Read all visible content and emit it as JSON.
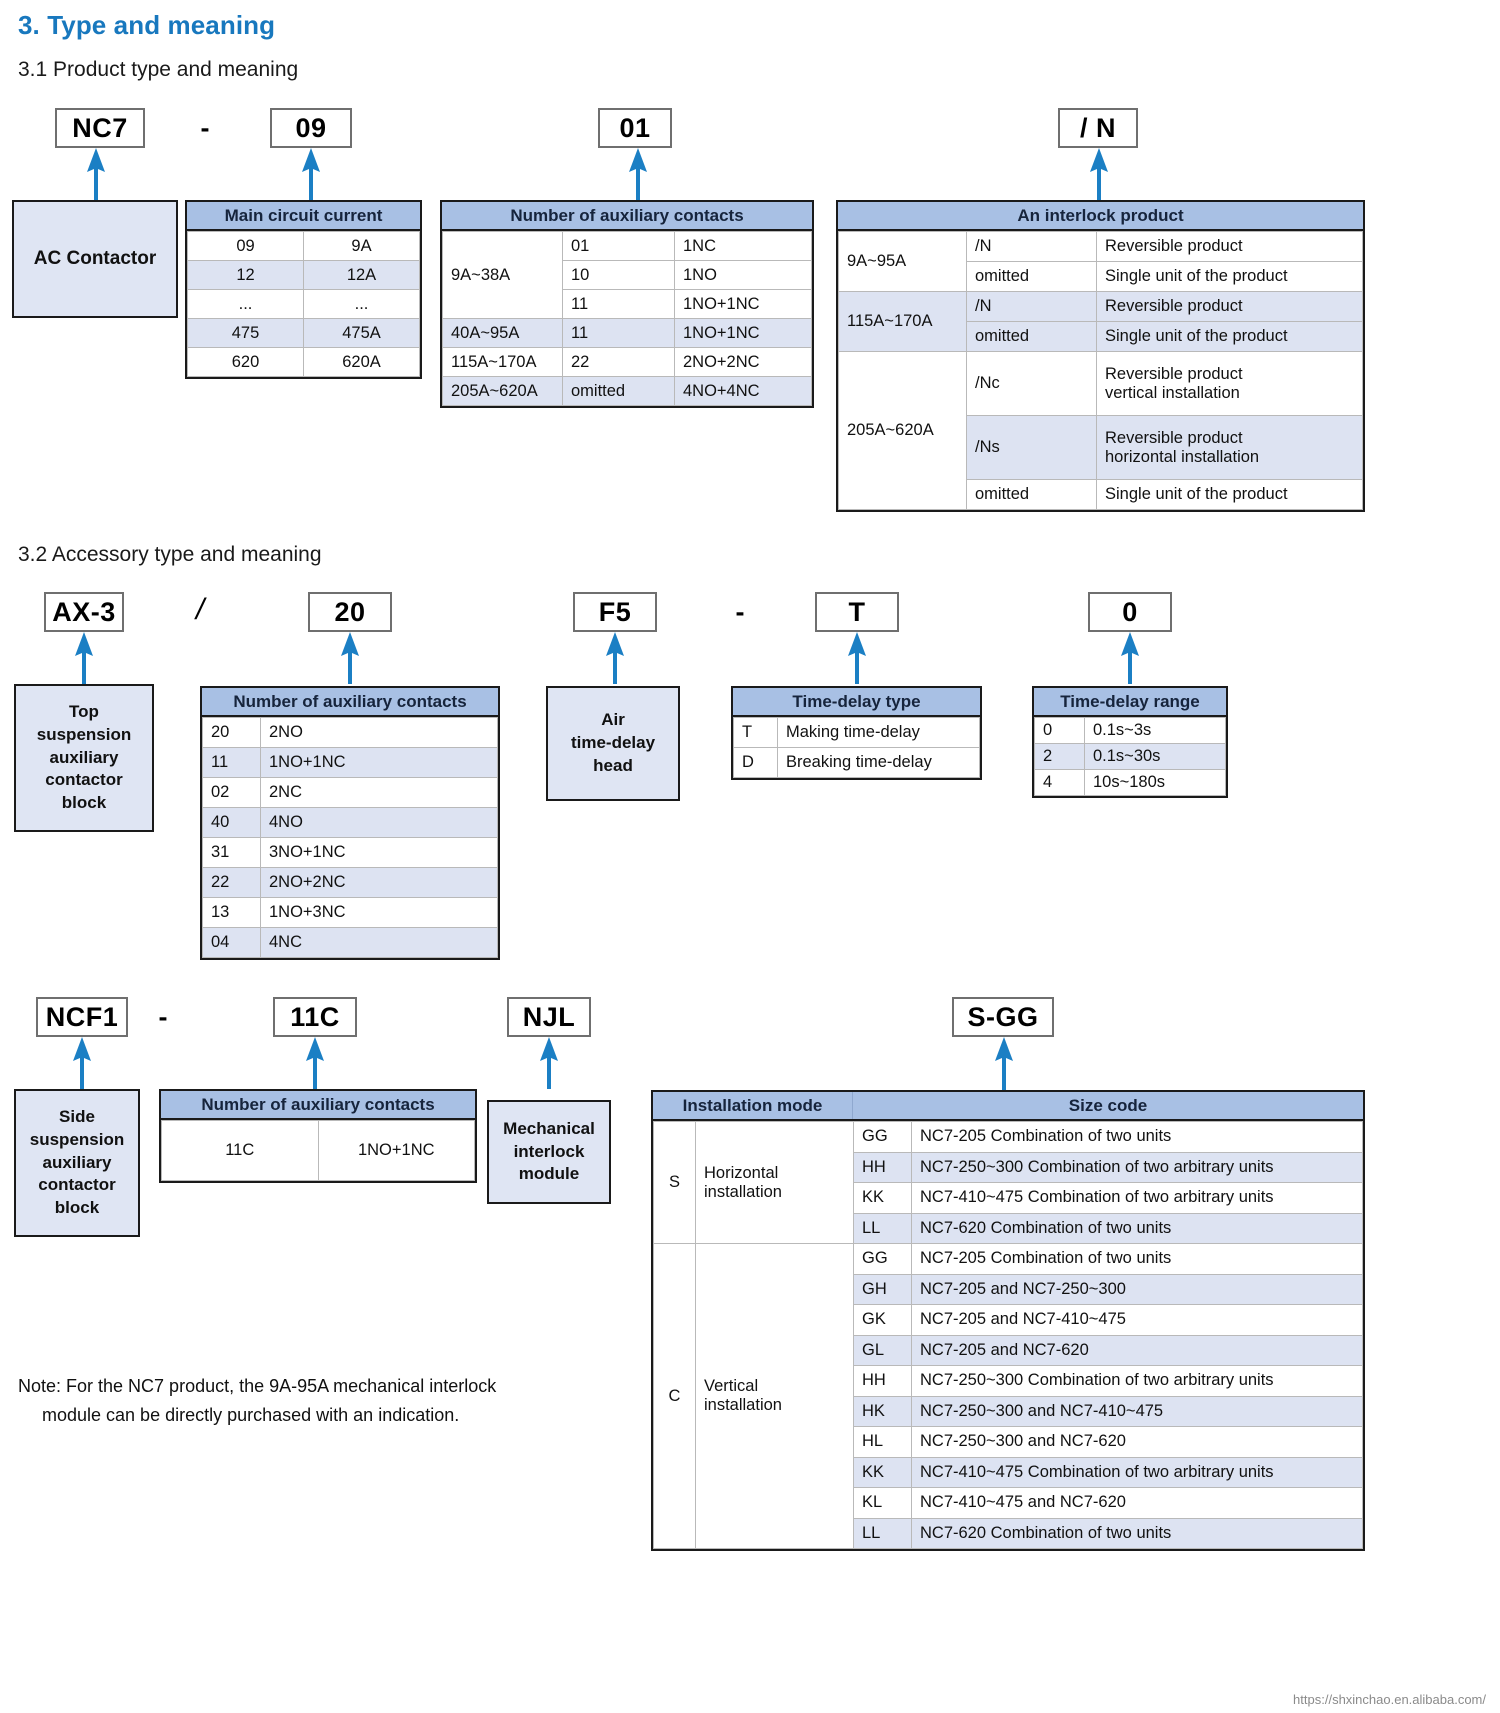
{
  "section": {
    "number_title": "3. Type and meaning",
    "sub1": "3.1 Product type and meaning",
    "sub2": "3.2 Accessory type and meaning"
  },
  "product_code": {
    "part1": "NC7",
    "dash": "-",
    "part2": "09",
    "part3": "01",
    "part4": "/ N"
  },
  "ac_contactor_box": "AC Contactor",
  "main_circuit_current": {
    "header": "Main circuit current",
    "rows": [
      {
        "code": "09",
        "value": "9A"
      },
      {
        "code": "12",
        "value": "12A"
      },
      {
        "code": "...",
        "value": "..."
      },
      {
        "code": "475",
        "value": "475A"
      },
      {
        "code": "620",
        "value": "620A"
      }
    ]
  },
  "aux_contacts_main": {
    "header": "Number of auxiliary contacts",
    "groups": [
      {
        "range": "9A~38A",
        "rows": [
          {
            "code": "01",
            "value": "1NC"
          },
          {
            "code": "10",
            "value": "1NO"
          },
          {
            "code": "11",
            "value": "1NO+1NC"
          }
        ]
      },
      {
        "range": "40A~95A",
        "rows": [
          {
            "code": "11",
            "value": "1NO+1NC"
          }
        ]
      },
      {
        "range": "115A~170A",
        "rows": [
          {
            "code": "22",
            "value": "2NO+2NC"
          }
        ]
      },
      {
        "range": "205A~620A",
        "rows": [
          {
            "code": "omitted",
            "value": "4NO+4NC"
          }
        ]
      }
    ]
  },
  "interlock": {
    "header": "An interlock product",
    "groups": [
      {
        "range": "9A~95A",
        "rows": [
          {
            "code": "/N",
            "value": "Reversible product"
          },
          {
            "code": "omitted",
            "value": "Single unit of the product"
          }
        ]
      },
      {
        "range": "115A~170A",
        "rows": [
          {
            "code": "/N",
            "value": "Reversible product"
          },
          {
            "code": "omitted",
            "value": "Single unit of the product"
          }
        ]
      },
      {
        "range": "205A~620A",
        "rows": [
          {
            "code": "/Nc",
            "value": "Reversible product\nvertical installation"
          },
          {
            "code": "/Ns",
            "value": "Reversible product\nhorizontal installation"
          },
          {
            "code": "omitted",
            "value": "Single unit of the product"
          }
        ]
      }
    ]
  },
  "accessory_code_row1": {
    "part1": "AX-3",
    "slash": "/",
    "part2": "20",
    "part3": "F5",
    "dash": "-",
    "part4": "T",
    "part5": "0"
  },
  "top_suspension_box": "Top\nsuspension\nauxiliary\ncontactor\nblock",
  "aux_contacts_ax3": {
    "header": "Number of auxiliary contacts",
    "rows": [
      {
        "code": "20",
        "value": "2NO"
      },
      {
        "code": "11",
        "value": "1NO+1NC"
      },
      {
        "code": "02",
        "value": "2NC"
      },
      {
        "code": "40",
        "value": "4NO"
      },
      {
        "code": "31",
        "value": "3NO+1NC"
      },
      {
        "code": "22",
        "value": "2NO+2NC"
      },
      {
        "code": "13",
        "value": "1NO+3NC"
      },
      {
        "code": "04",
        "value": "4NC"
      }
    ]
  },
  "air_delay_head_box": "Air\ntime-delay\nhead",
  "time_delay_type": {
    "header": "Time-delay type",
    "rows": [
      {
        "code": "T",
        "value": "Making time-delay"
      },
      {
        "code": "D",
        "value": "Breaking time-delay"
      }
    ]
  },
  "time_delay_range": {
    "header": "Time-delay range",
    "rows": [
      {
        "code": "0",
        "value": "0.1s~3s"
      },
      {
        "code": "2",
        "value": "0.1s~30s"
      },
      {
        "code": "4",
        "value": "10s~180s"
      }
    ]
  },
  "accessory_code_row2": {
    "part1": "NCF1",
    "dash": "-",
    "part2": "11C",
    "part3": "NJL",
    "part4": "S-GG"
  },
  "side_suspension_box": "Side\nsuspension\nauxiliary\ncontactor\nblock",
  "aux_contacts_ncf1": {
    "header": "Number of auxiliary contacts",
    "rows": [
      {
        "code": "11C",
        "value": "1NO+1NC"
      }
    ]
  },
  "mech_interlock_box": "Mechanical\ninterlock\nmodule",
  "installation": {
    "header_mode": "Installation mode",
    "header_size": "Size code",
    "groups": [
      {
        "letter": "S",
        "mode": "Horizontal\ninstallation",
        "rows": [
          {
            "code": "GG",
            "value": "NC7-205 Combination of two units"
          },
          {
            "code": "HH",
            "value": "NC7-250~300 Combination of two arbitrary units"
          },
          {
            "code": "KK",
            "value": "NC7-410~475 Combination of two arbitrary units"
          },
          {
            "code": "LL",
            "value": "NC7-620 Combination of two units"
          }
        ]
      },
      {
        "letter": "C",
        "mode": "Vertical\ninstallation",
        "rows": [
          {
            "code": "GG",
            "value": "NC7-205 Combination of two units"
          },
          {
            "code": "GH",
            "value": "NC7-205 and NC7-250~300"
          },
          {
            "code": "GK",
            "value": "NC7-205 and NC7-410~475"
          },
          {
            "code": "GL",
            "value": "NC7-205 and NC7-620"
          },
          {
            "code": "HH",
            "value": "NC7-250~300 Combination of two arbitrary units"
          },
          {
            "code": "HK",
            "value": "NC7-250~300 and NC7-410~475"
          },
          {
            "code": "HL",
            "value": "NC7-250~300 and NC7-620"
          },
          {
            "code": "KK",
            "value": "NC7-410~475 Combination of two arbitrary units"
          },
          {
            "code": "KL",
            "value": "NC7-410~475 and NC7-620"
          },
          {
            "code": "LL",
            "value": "NC7-620 Combination of two units"
          }
        ]
      }
    ]
  },
  "note": {
    "line1": "Note: For the NC7 product, the 9A-95A mechanical interlock",
    "line2": "module can be directly purchased with an indication."
  },
  "footer": "https://shxinchao.en.alibaba.com/",
  "colors": {
    "heading_blue": "#1878BE",
    "arrow_blue": "#1B7FC4",
    "table_header_blue": "#a8c0e4",
    "row_alt_blue": "#dde3f2",
    "descbox_fill": "#dfe5f3"
  }
}
